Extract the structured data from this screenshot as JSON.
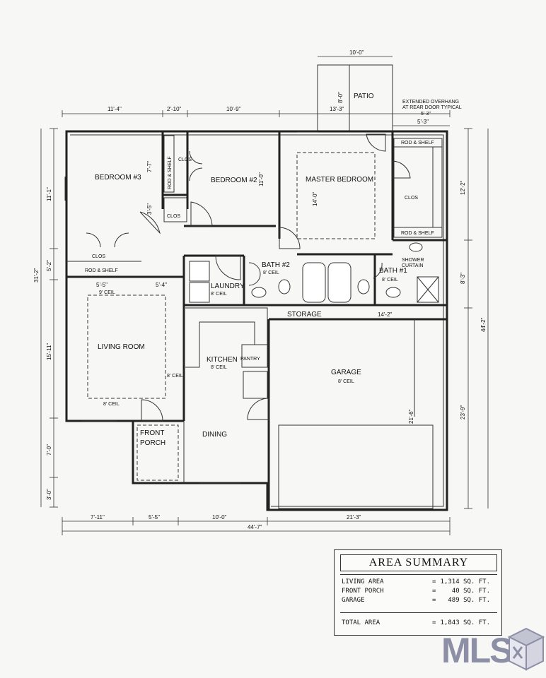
{
  "rooms": {
    "bedroom3": "BEDROOM #3",
    "bedroom2": "BEDROOM #2",
    "master": "MASTER BEDROOM",
    "laundry": "LAUNDRY",
    "bath2": "BATH #2",
    "bath1": "BATH #1",
    "storage": "STORAGE",
    "living": "LIVING ROOM",
    "kitchen": "KITCHEN",
    "pantry": "PANTRY",
    "garage": "GARAGE",
    "front_porch_1": "FRONT",
    "front_porch_2": "PORCH",
    "dining": "DINING",
    "patio": "PATIO"
  },
  "closets": {
    "clos": "CLOS",
    "rod_shelf": "ROD & SHELF",
    "shower_curtain_1": "SHOWER",
    "shower_curtain_2": "CURTAIN"
  },
  "notes": {
    "overhang_1": "EXTENDED OVERHANG",
    "overhang_2": "AT REAR DOOR TYPICAL",
    "overhang_dim": "5'-3\""
  },
  "ceilings": {
    "c9": "9' CEIL",
    "c8": "8' CEIL"
  },
  "dimensions": {
    "patio_w": "10'-0\"",
    "patio_d": "8'-0\"",
    "top_1": "11'-4\"",
    "top_2": "2'-10\"",
    "top_3": "10'-9\"",
    "top_4": "13'-3\"",
    "top_5": "5'-3\"",
    "bottom_1": "7'-11\"",
    "bottom_2": "5'-5\"",
    "bottom_3": "10'-0\"",
    "bottom_4": "21'-3\"",
    "bottom_total": "44'-7\"",
    "left_1": "11'-1\"",
    "left_2": "5'-2\"",
    "left_3": "15'-11\"",
    "left_4": "7'-0\"",
    "left_5": "3'-0\"",
    "left_total": "31'-2\"",
    "right_1": "12'-2\"",
    "right_2": "8'-3\"",
    "right_3": "23'-9\"",
    "right_total": "44'-2\"",
    "bed3_h": "7'-7\"",
    "bed2_h": "11'-0\"",
    "master_h": "14'-0\"",
    "hall_w": "5'-4\"",
    "hall_l": "5'-5\"",
    "storage_w": "14'-2\"",
    "garage_d": "21'-6\"",
    "clos_h": "3'-5\""
  },
  "area_summary": {
    "title": "AREA SUMMARY",
    "rows": [
      {
        "label": "LIVING AREA",
        "eq": "=",
        "value": "1,314 SQ. FT."
      },
      {
        "label": "FRONT PORCH",
        "eq": "=",
        "value": "40 SQ. FT."
      },
      {
        "label": "GARAGE",
        "eq": "=",
        "value": "489 SQ. FT."
      }
    ],
    "total": {
      "label": "TOTAL AREA",
      "eq": "=",
      "value": "1,843 SQ. FT."
    }
  },
  "logo": {
    "text": "MLS",
    "colors": {
      "main": "#8d8fa6",
      "accent": "#c3c4d2"
    }
  }
}
